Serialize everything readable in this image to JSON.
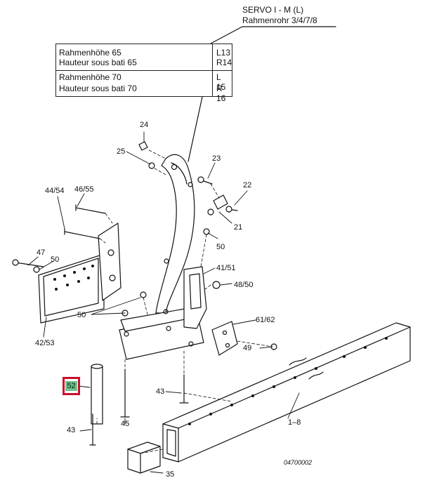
{
  "header": {
    "model": "SERVO I - M (L)",
    "frame": "Rahmenrohr  3/4/7/8"
  },
  "spec_table": {
    "rows": [
      {
        "text": "Rahmenhöhe 65",
        "code": "L13"
      },
      {
        "text": "Hauteur sous bati 65",
        "code": "R14"
      },
      {
        "text": "Rahmenhöhe 70",
        "code": "L 15"
      },
      {
        "text": "Hauteur sous bati 70",
        "code": "R 16"
      }
    ]
  },
  "callouts": {
    "c24": "24",
    "c25": "25",
    "c23": "23",
    "c22": "22",
    "c21": "21",
    "c44_54": "44/54",
    "c46_55": "46/55",
    "c47": "47",
    "c50a": "50",
    "c50b": "50",
    "c50c": "50",
    "c41_51": "41/51",
    "c48_50": "48/50",
    "c61_62": "61/62",
    "c49": "49",
    "c42_53": "42/53",
    "c52": "52",
    "c43a": "43",
    "c43b": "43",
    "c45": "45",
    "c1_8": "1–8",
    "c35": "35"
  },
  "drawing_code": "04700002",
  "colors": {
    "highlight_border": "#c8102e",
    "highlight_fill": "#6bc48c"
  }
}
